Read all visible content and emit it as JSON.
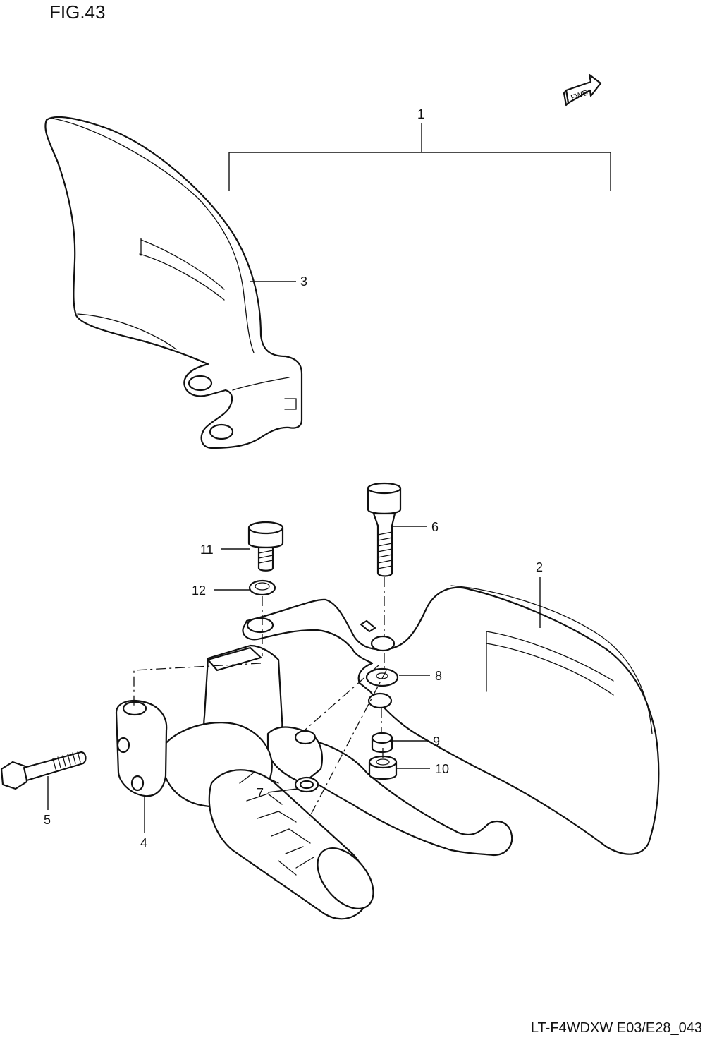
{
  "figure": {
    "title": "FIG.43",
    "code": "LT-F4WDXW E03/E28_043",
    "fwd_label": "FWD"
  },
  "callouts": [
    {
      "id": "1",
      "text": "1"
    },
    {
      "id": "2",
      "text": "2"
    },
    {
      "id": "3",
      "text": "3"
    },
    {
      "id": "4",
      "text": "4"
    },
    {
      "id": "5",
      "text": "5"
    },
    {
      "id": "6",
      "text": "6"
    },
    {
      "id": "7",
      "text": "7"
    },
    {
      "id": "8",
      "text": "8"
    },
    {
      "id": "9",
      "text": "9"
    },
    {
      "id": "10",
      "text": "10"
    },
    {
      "id": "11",
      "text": "11"
    },
    {
      "id": "12",
      "text": "12"
    }
  ]
}
